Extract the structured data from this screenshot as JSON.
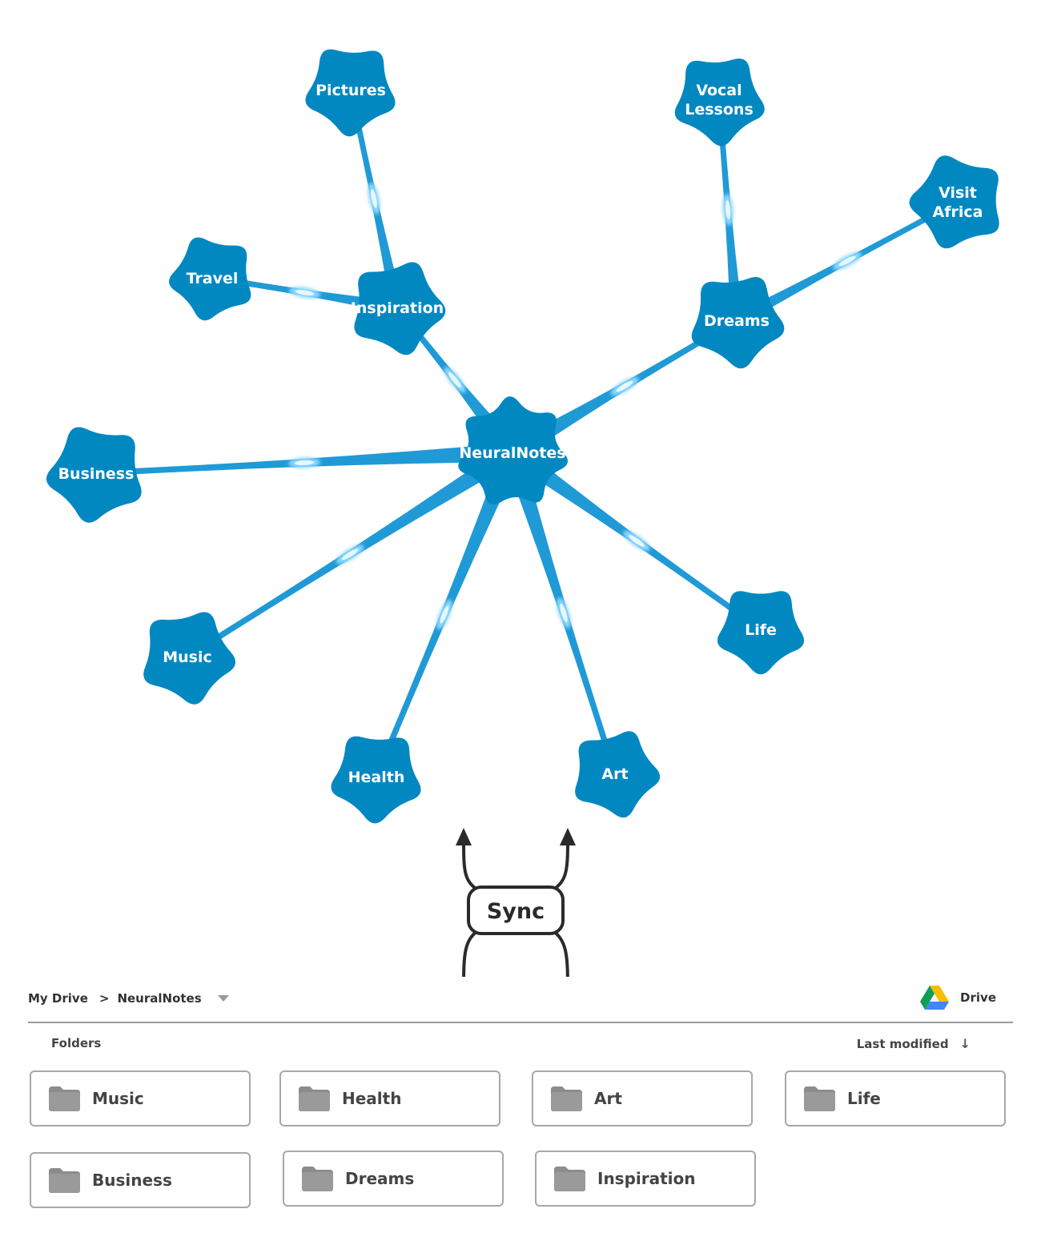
{
  "mindmap": {
    "root": {
      "label": "NeuralNotes"
    },
    "nodes": [
      {
        "id": "pictures",
        "label_lines": [
          "Pictures"
        ]
      },
      {
        "id": "inspiration",
        "label_lines": [
          "Inspiration"
        ]
      },
      {
        "id": "travel",
        "label_lines": [
          "Travel"
        ]
      },
      {
        "id": "vocal",
        "label_lines": [
          "Vocal",
          "Lessons"
        ]
      },
      {
        "id": "africa",
        "label_lines": [
          "Visit",
          "Africa"
        ]
      },
      {
        "id": "dreams",
        "label_lines": [
          "Dreams"
        ]
      },
      {
        "id": "business",
        "label_lines": [
          "Business"
        ]
      },
      {
        "id": "music",
        "label_lines": [
          "Music"
        ]
      },
      {
        "id": "health",
        "label_lines": [
          "Health"
        ]
      },
      {
        "id": "art",
        "label_lines": [
          "Art"
        ]
      },
      {
        "id": "life",
        "label_lines": [
          "Life"
        ]
      }
    ],
    "edges": [
      [
        "root",
        "inspiration"
      ],
      [
        "root",
        "dreams"
      ],
      [
        "root",
        "business"
      ],
      [
        "root",
        "music"
      ],
      [
        "root",
        "health"
      ],
      [
        "root",
        "art"
      ],
      [
        "root",
        "life"
      ],
      [
        "inspiration",
        "pictures"
      ],
      [
        "inspiration",
        "travel"
      ],
      [
        "dreams",
        "vocal"
      ],
      [
        "dreams",
        "africa"
      ]
    ],
    "colors": {
      "node": "#0288c1",
      "edge": "#1f9ad6",
      "synapse": "#8fd8ff"
    }
  },
  "sync": {
    "label": "Sync"
  },
  "drive": {
    "breadcrumb": {
      "root": "My Drive",
      "separator": ">",
      "current": "NeuralNotes"
    },
    "brand": "Drive",
    "section_label": "Folders",
    "sort_label": "Last modified",
    "sort_arrow": "↓",
    "folders": [
      "Music",
      "Health",
      "Art",
      "Life",
      "Business",
      "Dreams",
      "Inspiration"
    ]
  }
}
